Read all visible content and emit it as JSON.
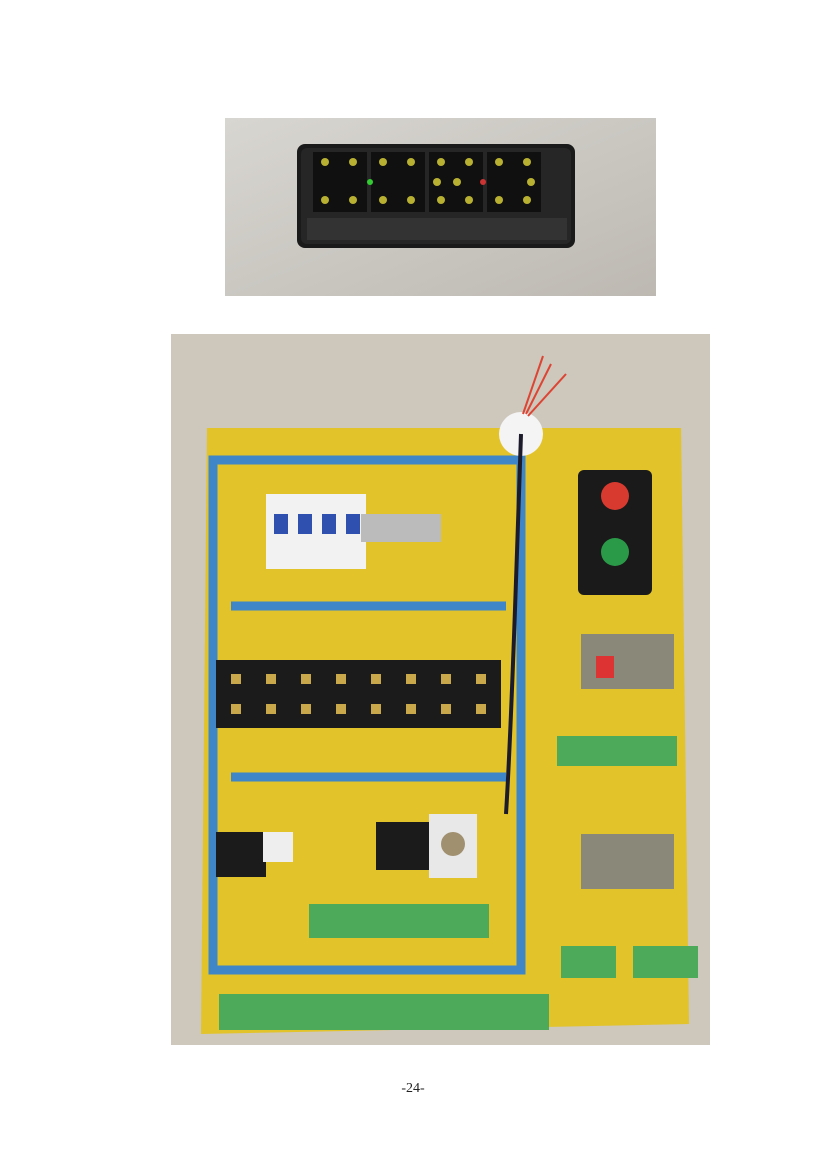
{
  "figures": [
    {
      "kind": "photo",
      "subject": "switch-block"
    },
    {
      "kind": "photo",
      "subject": "control-panel-board"
    }
  ],
  "footer": {
    "page_number": "-24-"
  }
}
